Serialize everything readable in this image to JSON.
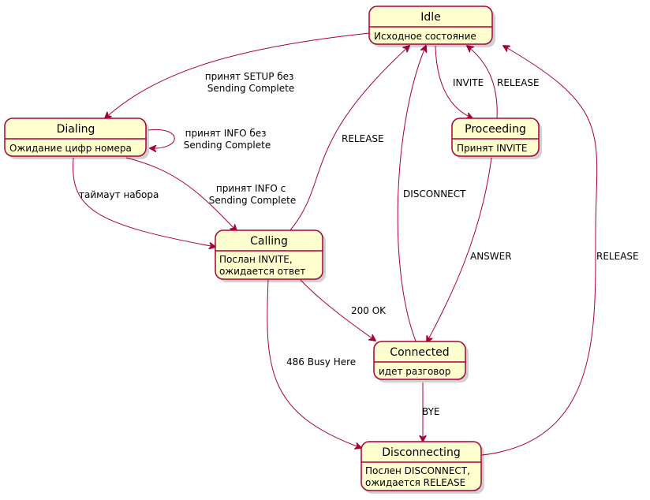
{
  "states": {
    "idle": {
      "title": "Idle",
      "desc": [
        "Исходное состояние"
      ]
    },
    "dialing": {
      "title": "Dialing",
      "desc": [
        "Ожидание цифр номера"
      ]
    },
    "proceeding": {
      "title": "Proceeding",
      "desc": [
        "Принят INVITE"
      ]
    },
    "calling": {
      "title": "Calling",
      "desc": [
        "Послан INVITE,",
        "ожидается ответ"
      ]
    },
    "connected": {
      "title": "Connected",
      "desc": [
        "идет разговор"
      ]
    },
    "disconnecting": {
      "title": "Disconnecting",
      "desc": [
        "Послен DISCONNECT,",
        "ожидается RELEASE"
      ]
    }
  },
  "transitions": {
    "idle_dialing": [
      "принят SETUP без",
      "Sending Complete"
    ],
    "dialing_self": [
      "принят INFO без",
      "Sending Complete"
    ],
    "dialing_calling_info": [
      "принят INFO с",
      "Sending Complete"
    ],
    "dialing_calling_timeout": [
      "таймаут набора"
    ],
    "idle_proceeding": [
      "INVITE"
    ],
    "proceeding_idle": [
      "RELEASE"
    ],
    "calling_idle": [
      "RELEASE"
    ],
    "connected_idle": [
      "DISCONNECT"
    ],
    "proceeding_connected": [
      "ANSWER"
    ],
    "calling_connected": [
      "200 OK"
    ],
    "calling_disconnecting": [
      "486 Busy Here"
    ],
    "connected_disconnecting": [
      "BYE"
    ],
    "disconnecting_idle": [
      "RELEASE"
    ]
  },
  "colors": {
    "box_fill": "#fefece",
    "box_stroke": "#a80036",
    "edge": "#a80036"
  }
}
